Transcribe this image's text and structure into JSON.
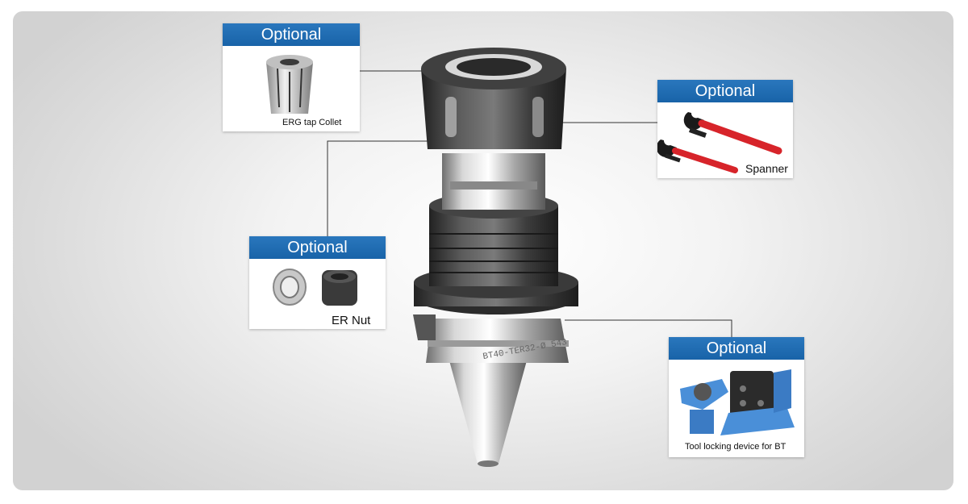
{
  "colors": {
    "header_blue": "#1e6db4",
    "leader_line": "#333333",
    "spanner_handle": "#d7242a",
    "lock_device_blue": "#4a8fd8"
  },
  "callouts": {
    "collet": {
      "header": "Optional",
      "caption": "ERG  tap Collet",
      "icon": "collet-icon"
    },
    "spanner": {
      "header": "Optional",
      "caption": "Spanner",
      "icon": "spanner-icon"
    },
    "nut": {
      "header": "Optional",
      "caption": "ER  Nut",
      "icon": "er-nut-icon"
    },
    "locking": {
      "header": "Optional",
      "caption": "Tool locking device for BT",
      "icon": "tool-locking-device-icon"
    }
  },
  "tool_holder": {
    "engraving": "BT40-TER32-Ø 543",
    "icon": "tool-holder-icon"
  }
}
